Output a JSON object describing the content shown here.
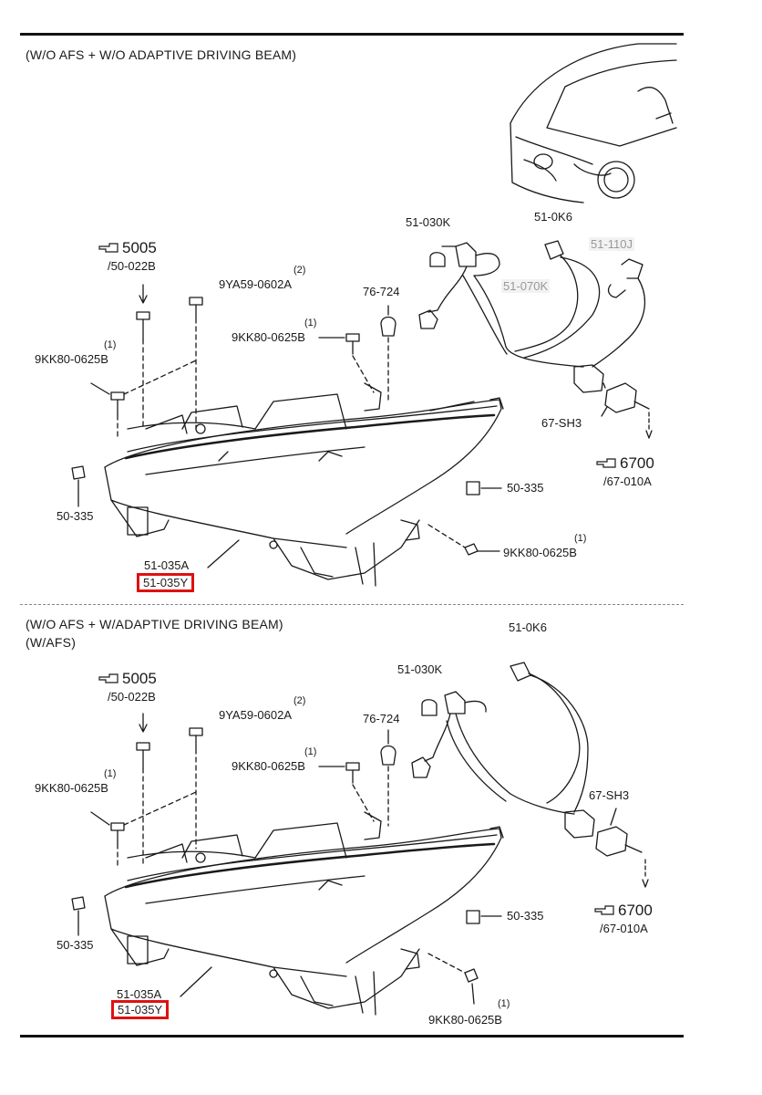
{
  "sections": [
    {
      "title": "(W/O AFS + W/O ADAPTIVE DRIVING BEAM)",
      "subtitle": "",
      "ref_5005": {
        "code": "5005",
        "sub": "/50-022B"
      },
      "ref_6700": {
        "code": "6700",
        "sub": "/67-010A"
      },
      "parts": {
        "p9ya59": {
          "label": "9YA59-0602A",
          "qty": "(2)"
        },
        "p9kk80_left": {
          "label": "9KK80-0625B",
          "qty": "(1)"
        },
        "p9kk80_mid": {
          "label": "9KK80-0625B",
          "qty": "(1)"
        },
        "p9kk80_right": {
          "label": "9KK80-0625B",
          "qty": "(1)"
        },
        "p76724": {
          "label": "76-724"
        },
        "p51030k": {
          "label": "51-030K"
        },
        "p510k6": {
          "label": "51-0K6"
        },
        "p51110j": {
          "label": "51-110J"
        },
        "p51070k": {
          "label": "51-070K"
        },
        "p67sh3": {
          "label": "67-SH3"
        },
        "p50335_left": {
          "label": "50-335"
        },
        "p50335_right": {
          "label": "50-335"
        },
        "p51035a": {
          "label": "51-035A"
        },
        "p51035y": {
          "label": "51-035Y"
        }
      }
    },
    {
      "title": "(W/O AFS + W/ADAPTIVE DRIVING BEAM)",
      "subtitle": "(W/AFS)",
      "ref_5005": {
        "code": "5005",
        "sub": "/50-022B"
      },
      "ref_6700": {
        "code": "6700",
        "sub": "/67-010A"
      },
      "parts": {
        "p9ya59": {
          "label": "9YA59-0602A",
          "qty": "(2)"
        },
        "p9kk80_left": {
          "label": "9KK80-0625B",
          "qty": "(1)"
        },
        "p9kk80_mid": {
          "label": "9KK80-0625B",
          "qty": "(1)"
        },
        "p9kk80_right": {
          "label": "9KK80-0625B",
          "qty": "(1)"
        },
        "p76724": {
          "label": "76-724"
        },
        "p51030k": {
          "label": "51-030K"
        },
        "p510k6": {
          "label": "51-0K6"
        },
        "p67sh3": {
          "label": "67-SH3"
        },
        "p50335_left": {
          "label": "50-335"
        },
        "p50335_right": {
          "label": "50-335"
        },
        "p51035a": {
          "label": "51-035A"
        },
        "p51035y": {
          "label": "51-035Y"
        }
      }
    }
  ],
  "colors": {
    "line": "#1a1a1a",
    "highlight": "#e01010",
    "muted": "#999999"
  }
}
